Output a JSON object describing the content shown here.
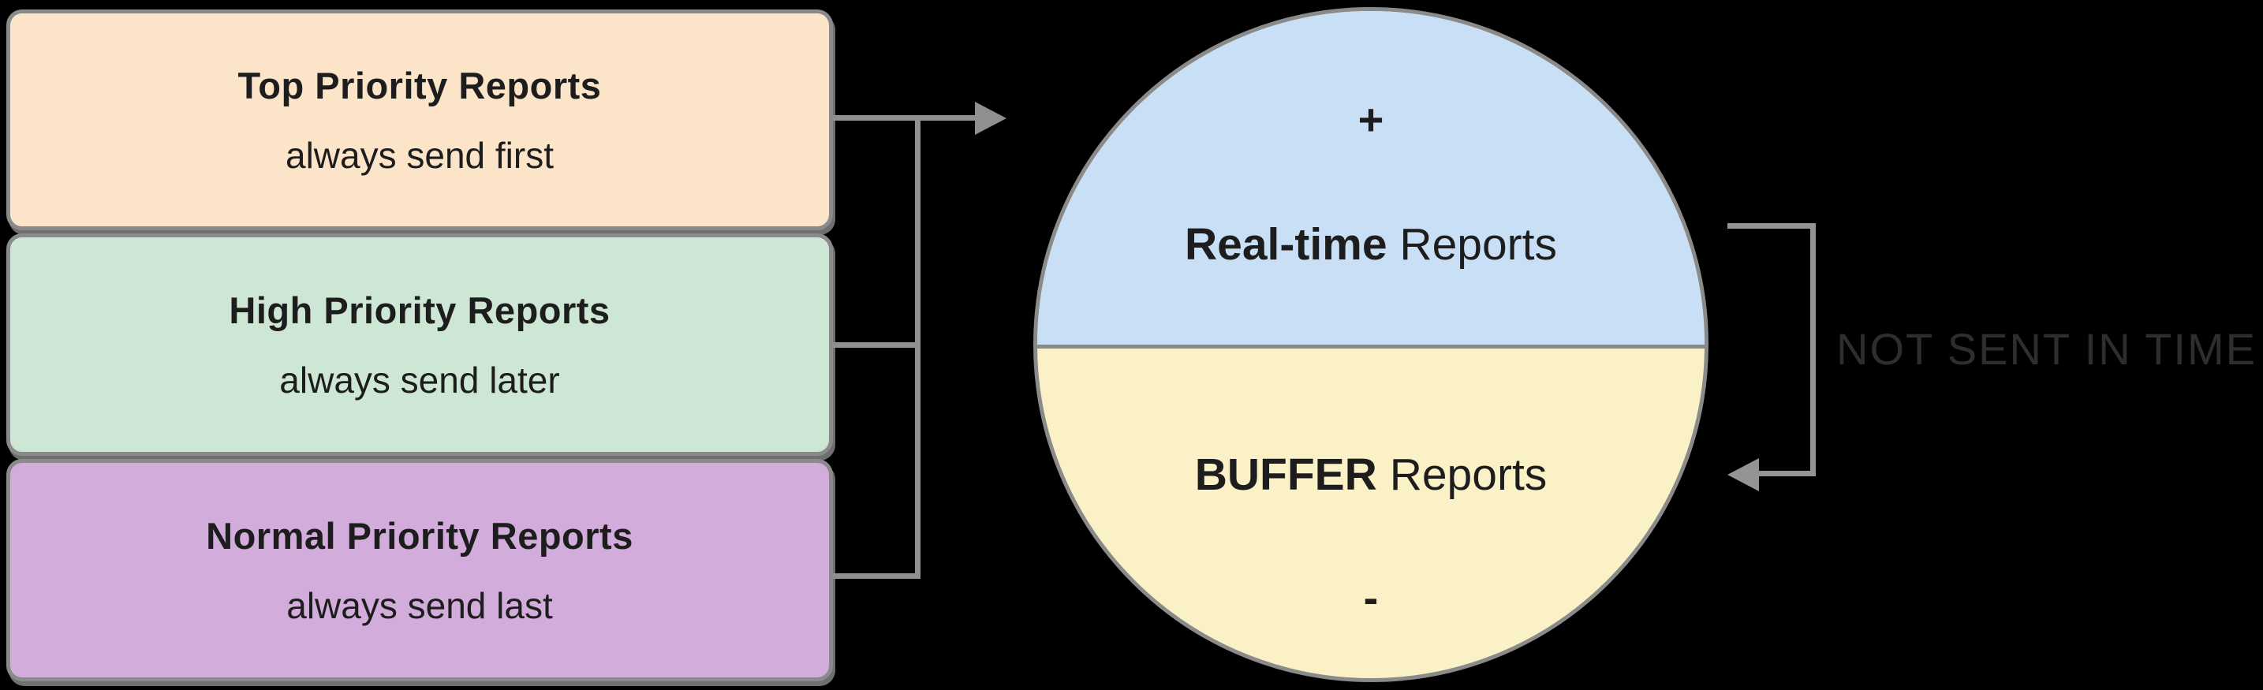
{
  "diagram": {
    "background_color": "#000000",
    "border_color": "#8a8a8a",
    "connector_color": "#8f8f8f",
    "text_color": "#1d1d1d"
  },
  "queue": {
    "boxes": [
      {
        "title": "Top Priority Reports",
        "subtitle": "always send first",
        "fill": "#fce4c9"
      },
      {
        "title": "High Priority Reports",
        "subtitle": "always send later",
        "fill": "#cee7d4"
      },
      {
        "title": "Normal Priority Reports",
        "subtitle": "always send last",
        "fill": "#d2acda"
      }
    ]
  },
  "circle": {
    "plus_sign": "+",
    "minus_sign": "-",
    "top_label_bold": "Real-time",
    "top_label_rest": " Reports",
    "top_fill": "#c9dff5",
    "bottom_label_bold": "BUFFER",
    "bottom_label_rest": " Reports",
    "bottom_fill": "#fbf1c7"
  },
  "annotation": {
    "not_sent_label": "NOT SENT IN TIME",
    "color": "#2e2e2e"
  }
}
